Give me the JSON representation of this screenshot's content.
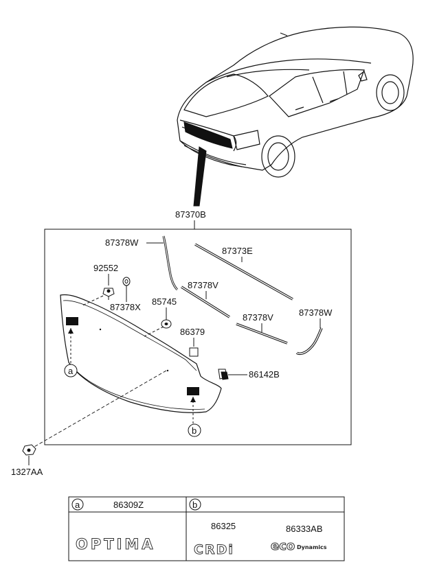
{
  "parts": {
    "assembly": "87370B",
    "molding_w_left": "87378W",
    "molding_e": "87373E",
    "bolt": "92552",
    "molding_v_left": "87378V",
    "washer_x": "87378X",
    "grommet": "85745",
    "molding_v_right": "87378V",
    "molding_w_right": "87378W",
    "clip_86379": "86379",
    "clip_86142b": "86142B",
    "nut": "1327AA",
    "callout_a": "a",
    "callout_b": "b"
  },
  "table": {
    "col_a_marker": "a",
    "col_a_part": "86309Z",
    "col_a_emblem": "OPTIMA",
    "col_b_marker": "b",
    "col_b_part1": "86325",
    "col_b_emblem1": "CRDi",
    "col_b_part2": "86333AB",
    "col_b_emblem2_main": "eco",
    "col_b_emblem2_sub": "Dynamics"
  }
}
